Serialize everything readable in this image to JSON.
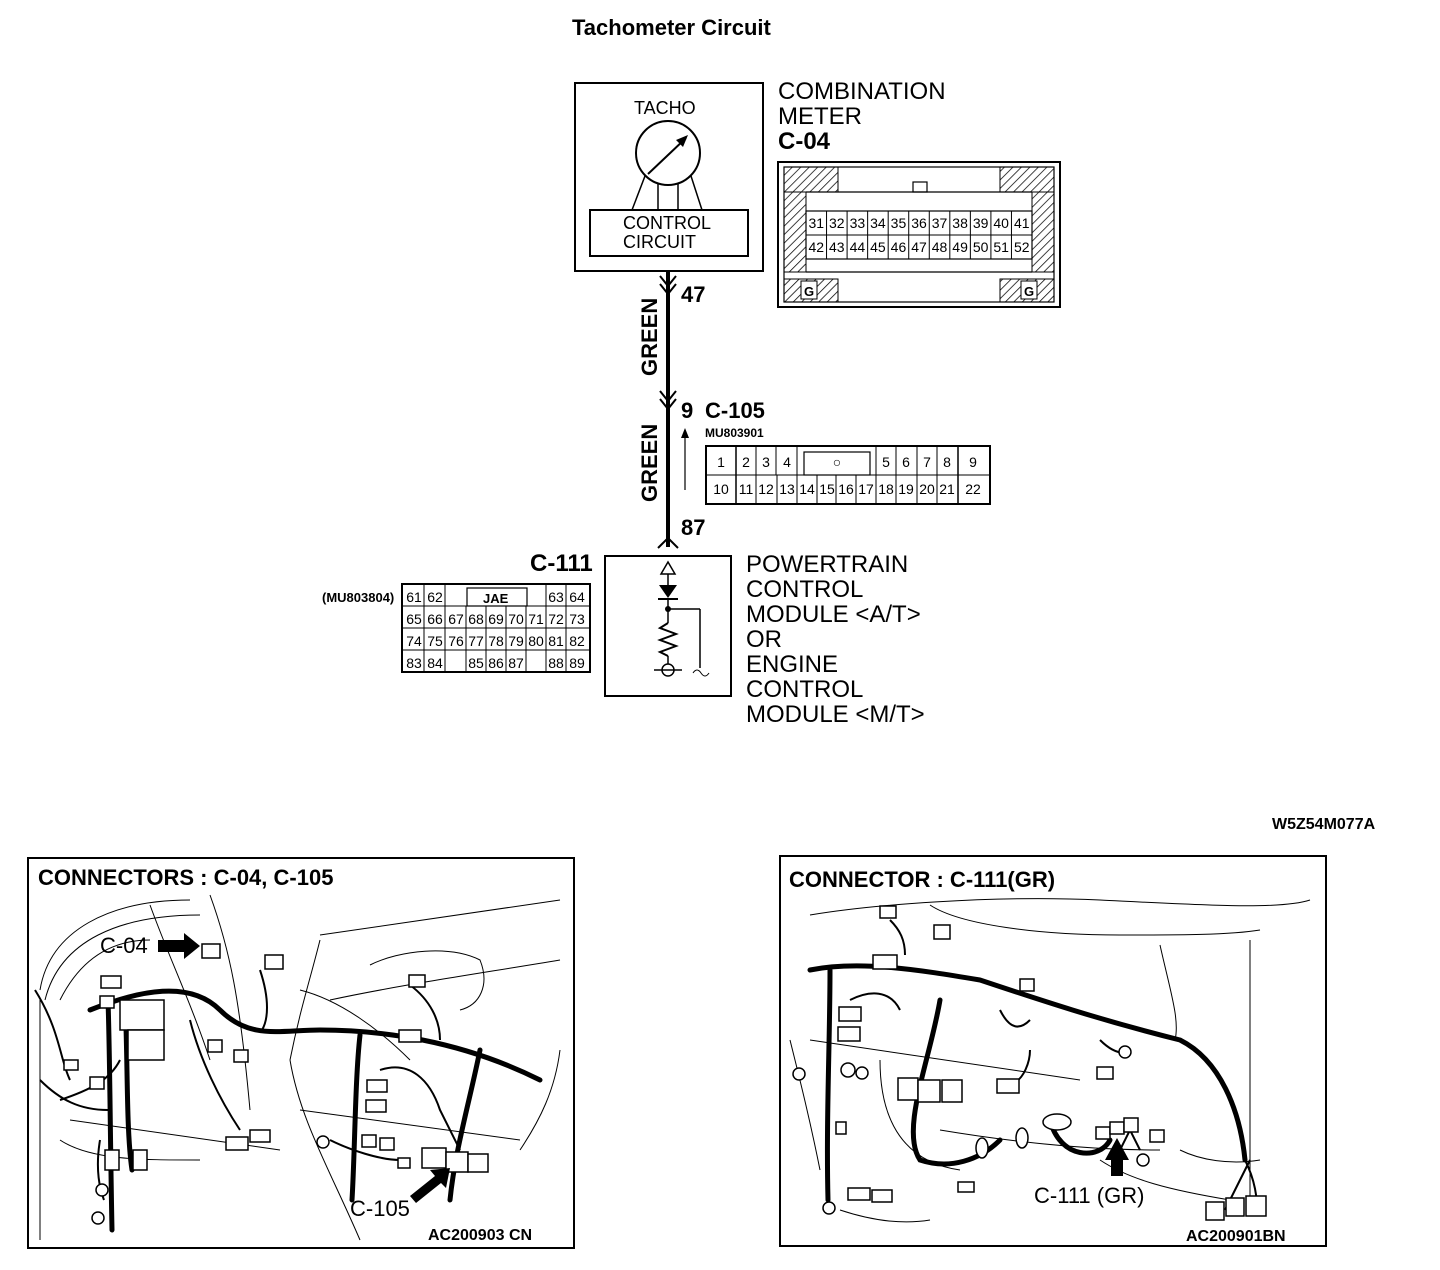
{
  "title": "Tachometer Circuit",
  "diagram_code": "W5Z54M077A",
  "combination_meter": {
    "gauge_label": "TACHO",
    "circuit_label_line1": "CONTROL",
    "circuit_label_line2": "CIRCUIT",
    "name_line1": "COMBINATION",
    "name_line2": "METER",
    "connector_id": "C-04",
    "pin_out": "47",
    "row1": [
      "31",
      "32",
      "33",
      "34",
      "35",
      "36",
      "37",
      "38",
      "39",
      "40",
      "41"
    ],
    "row2": [
      "42",
      "43",
      "44",
      "45",
      "46",
      "47",
      "48",
      "49",
      "50",
      "51",
      "52"
    ],
    "ground_mark": "G"
  },
  "wire_color": "GREEN",
  "junction": {
    "connector_id": "C-105",
    "part_number": "MU803901",
    "pin_in": "9",
    "pin_out": "87",
    "row1": [
      "1",
      "2",
      "3",
      "4",
      "○",
      "5",
      "6",
      "7",
      "8",
      "9"
    ],
    "row2": [
      "10",
      "11",
      "12",
      "13",
      "14",
      "15",
      "16",
      "17",
      "18",
      "19",
      "20",
      "21",
      "22"
    ]
  },
  "module": {
    "connector_id": "C-111",
    "part_number": "(MU803804)",
    "badge": "JAE",
    "row1": [
      "61",
      "62",
      "63",
      "64"
    ],
    "row2": [
      "65",
      "66",
      "67",
      "68",
      "69",
      "70",
      "71",
      "72",
      "73"
    ],
    "row3": [
      "74",
      "75",
      "76",
      "77",
      "78",
      "79",
      "80",
      "81",
      "82"
    ],
    "row4": [
      "83",
      "84",
      "85",
      "86",
      "87",
      "88",
      "89"
    ],
    "lines": [
      "POWERTRAIN",
      "CONTROL",
      "MODULE <A/T>",
      "OR",
      "ENGINE",
      "CONTROL",
      "MODULE <M/T>"
    ]
  },
  "location_left": {
    "heading": "CONNECTORS : C-04, C-105",
    "callout_a": "C-04",
    "callout_b": "C-105",
    "figure_code": "AC200903 CN"
  },
  "location_right": {
    "heading": "CONNECTOR : C-111(GR)",
    "callout": "C-111 (GR)",
    "figure_code": "AC200901BN"
  }
}
